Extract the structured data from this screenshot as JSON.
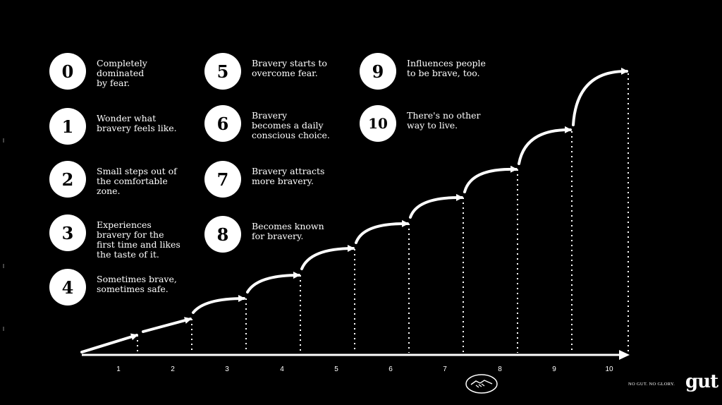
{
  "steps": [
    {
      "number": "0",
      "text": "Completely\ndominated\nby fear."
    },
    {
      "number": "1",
      "text": "Wonder what\nbravery feels like."
    },
    {
      "number": "2",
      "text": "Small steps out of\nthe comfortable\nzone."
    },
    {
      "number": "3",
      "text": "Experiences\nbravery for the\nfirst time and likes\nthe taste of it."
    },
    {
      "number": "4",
      "text": "Sometimes brave,\nsometimes safe."
    },
    {
      "number": "5",
      "text": "Bravery starts to\novercome fear."
    },
    {
      "number": "6",
      "text": "Bravery\nbecomes a daily\nconscious choice."
    },
    {
      "number": "7",
      "text": "Bravery attracts\nmore bravery."
    },
    {
      "number": "8",
      "text": "Becomes known\nfor bravery."
    },
    {
      "number": "9",
      "text": "Influences people\nto be brave, too."
    },
    {
      "number": "10",
      "text": "There's no other\nway to live."
    }
  ],
  "axis": {
    "labels": [
      "1",
      "2",
      "3",
      "4",
      "5",
      "6",
      "7",
      "8",
      "9",
      "10"
    ]
  },
  "footer": {
    "tagline": "NO GUT. NO GLORY.",
    "brand": "gut",
    "emblem_icon": "handshake-icon"
  },
  "colors": {
    "background": "#000000",
    "foreground": "#ffffff"
  }
}
